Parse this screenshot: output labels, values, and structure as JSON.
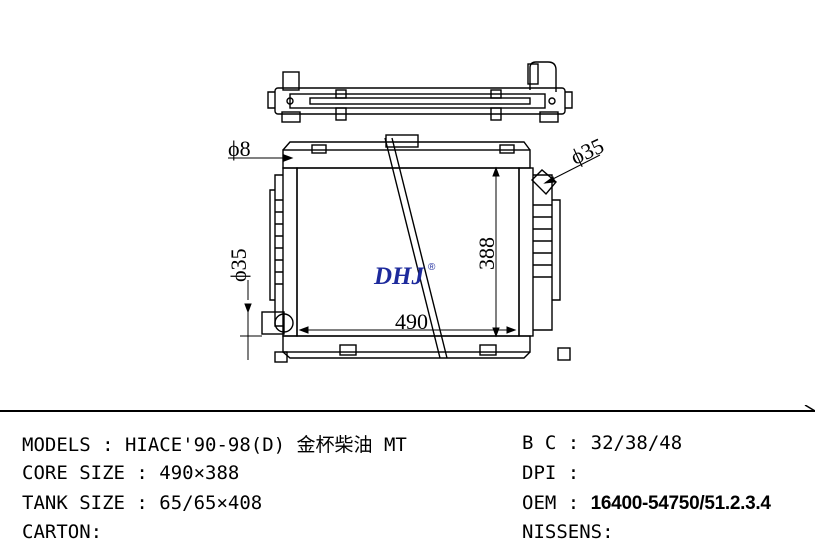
{
  "drawing": {
    "dims": {
      "outlet_diameter": "ϕ8",
      "inlet_diameter": "ϕ35",
      "outlet_left_diameter": "ϕ35",
      "height": "388",
      "width": "490"
    },
    "logo": "DHJ",
    "logo_mark": "®"
  },
  "specs": {
    "models": "MODELS : HIACE'90-98(D) 金杯柴油 MT",
    "core_size": "CORE SIZE : 490×388",
    "tank_size": "TANK SIZE : 65/65×408",
    "carton": "CARTON:",
    "bc": "B C : 32/38/48",
    "dpi": "DPI :",
    "oem_label": "OEM : ",
    "oem_value": "16400-54750/51.2.3.4",
    "nissens": "NISSENS:"
  },
  "colors": {
    "logo": "#1d2a9c",
    "lines": "#000000"
  }
}
